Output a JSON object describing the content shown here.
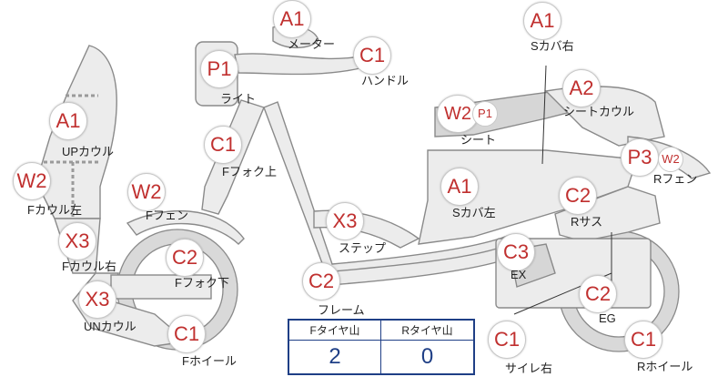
{
  "parts": [
    {
      "code": "A1",
      "label": "メーター"
    },
    {
      "code": "C1",
      "label": "ハンドル"
    },
    {
      "code": "P1",
      "label": "ライト"
    },
    {
      "code": "A1",
      "label": "Sカバ右"
    },
    {
      "code": "A2",
      "label": "シートカウル"
    },
    {
      "code": "W2",
      "sub": "P1",
      "label": "シート"
    },
    {
      "code": "A1",
      "label": "UPカウル"
    },
    {
      "code": "C1",
      "label": "Fフォク上"
    },
    {
      "code": "P3",
      "sub": "W2",
      "label": "Rフェン"
    },
    {
      "code": "W2",
      "label": "Fカウル左"
    },
    {
      "code": "W2",
      "label": "Fフェン"
    },
    {
      "code": "A1",
      "label": "Sカバ左"
    },
    {
      "code": "C2",
      "label": "Rサス"
    },
    {
      "code": "X3",
      "label": "ステップ"
    },
    {
      "code": "X3",
      "label": "Fカウル右"
    },
    {
      "code": "C2",
      "label": "Fフォク下"
    },
    {
      "code": "C3",
      "label": "EX"
    },
    {
      "code": "C2",
      "label": "フレーム"
    },
    {
      "code": "X3",
      "label": "UNカウル"
    },
    {
      "code": "C2",
      "label": "EG"
    },
    {
      "code": "C1",
      "label": "Fホイール"
    },
    {
      "code": "C1",
      "label": "サイレ右"
    },
    {
      "code": "C1",
      "label": "Rホイール"
    }
  ],
  "tire_table": {
    "headers": [
      "Fタイヤ山",
      "Rタイヤ山"
    ],
    "values": [
      "2",
      "0"
    ]
  },
  "colors": {
    "code_text": "#c0302f",
    "table_border": "#1f3f86",
    "table_value": "#1f3f86"
  }
}
